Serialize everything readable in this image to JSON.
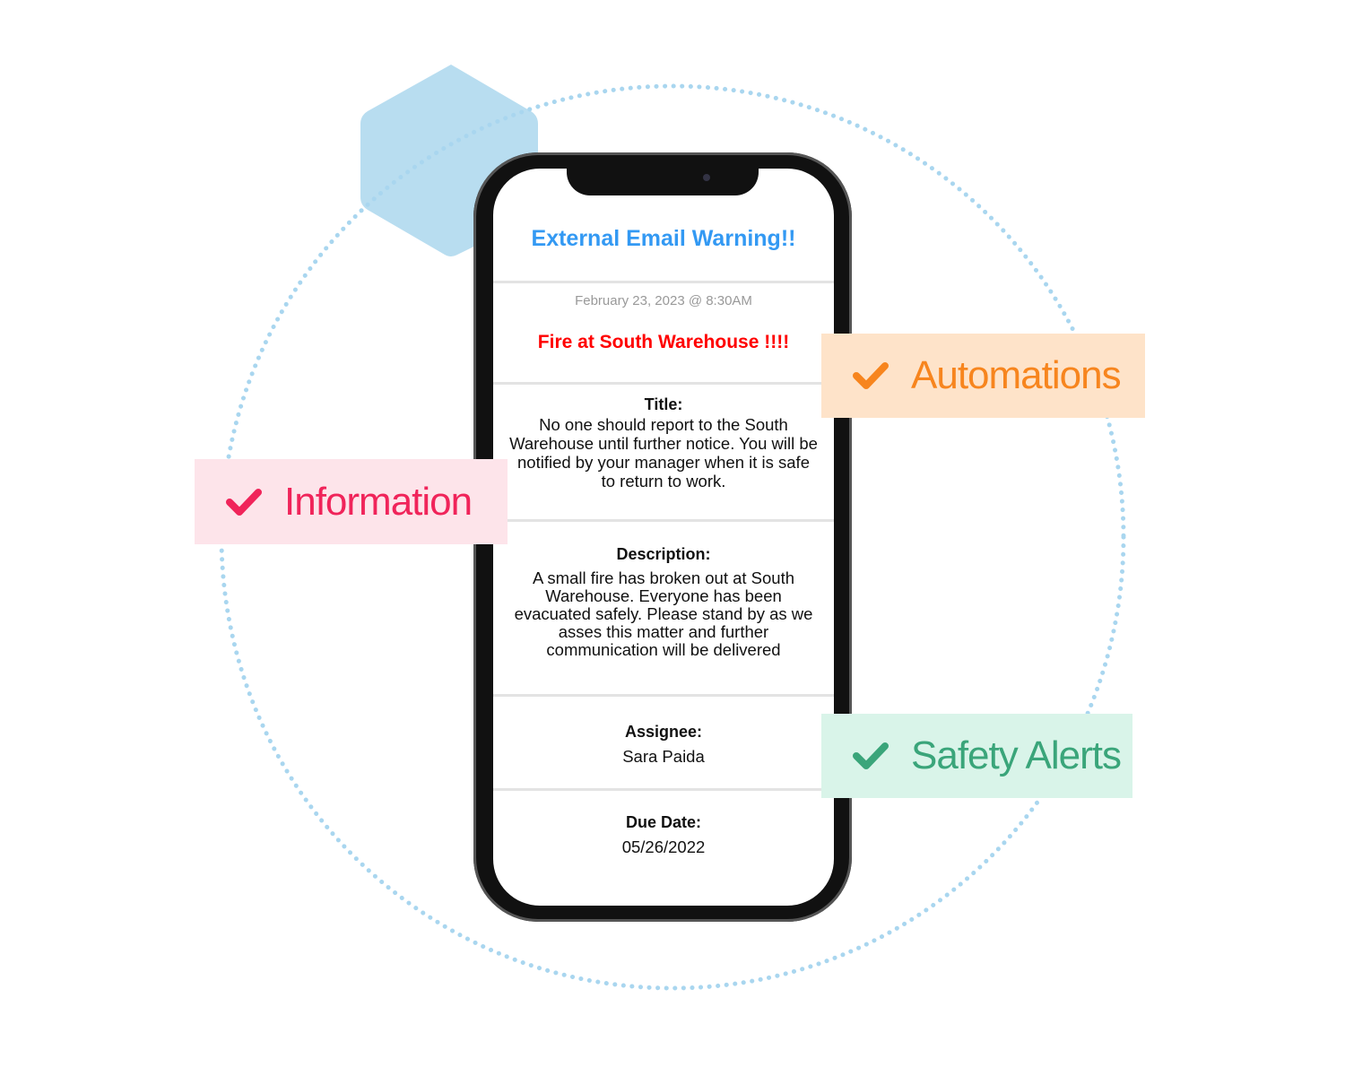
{
  "email": {
    "header": "External Email Warning!!",
    "timestamp": "February 23, 2023 @ 8:30AM",
    "subject": "Fire at South Warehouse !!!!",
    "title_label": "Title:",
    "title_text": "No one should report to the South Warehouse until further notice. You will be notified by your manager when it is safe to return to work.",
    "description_label": "Description:",
    "description_text": "A small fire has broken out at South Warehouse. Everyone has been evacuated safely. Please stand by as we asses this matter and further communication will be delivered",
    "assignee_label": "Assignee:",
    "assignee": "Sara Paida",
    "due_label": "Due Date:",
    "due_date": "05/26/2022"
  },
  "tags": {
    "information": {
      "label": "Information",
      "icon": "check-icon",
      "color": "#f0245a",
      "bg": "#fde4ea"
    },
    "automations": {
      "label": "Automations",
      "icon": "check-icon",
      "color": "#f7851e",
      "bg": "#fee3c9"
    },
    "safety": {
      "label": "Safety Alerts",
      "icon": "check-icon",
      "color": "#3aa57a",
      "bg": "#d9f4e9"
    }
  }
}
